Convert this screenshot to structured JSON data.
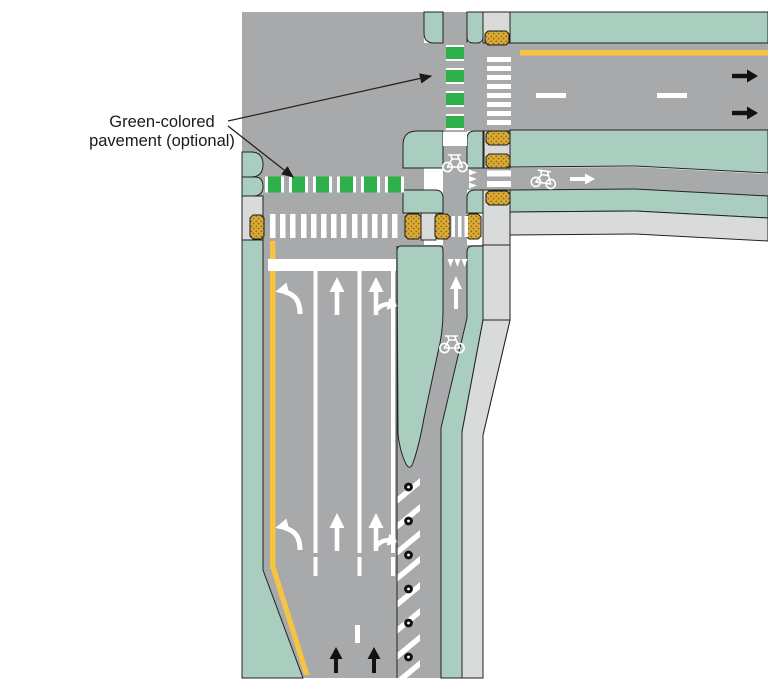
{
  "figure": {
    "type": "street-intersection-plan-diagram",
    "label": {
      "line1": "Green-colored",
      "line2": "pavement (optional)"
    }
  },
  "colors": {
    "canvas_white": "#ffffff",
    "road_gray": "#a8a9ab",
    "verge_green": "#a9cec0",
    "sidewalk_gray": "#d9dbda",
    "marking_white": "#ffffff",
    "marking_green": "#2eb04a",
    "center_yellow": "#f5c542",
    "dome_tan": "#dcab36",
    "dome_speckle": "#8a6a15",
    "line_black": "#222222",
    "arrow_black": "#111111"
  },
  "markings": {
    "north_bike_crossing_dashes": 4,
    "west_bike_crossing_dashes": 6,
    "north_crosswalk_bars": 8,
    "west_crosswalk_bars": 13,
    "bike_lane_crosswalk_bars": 3,
    "flex_post_count": 6,
    "bike_stencil_count": 3,
    "yield_triangle_groups": 2,
    "lane_arrows_upper": [
      "left-turn",
      "straight",
      "straight-or-right"
    ],
    "lane_arrows_lower": [
      "left-turn",
      "straight",
      "straight-or-right"
    ],
    "travel_direction_arrows_eastbound": 2,
    "travel_direction_arrows_northbound": 2
  }
}
